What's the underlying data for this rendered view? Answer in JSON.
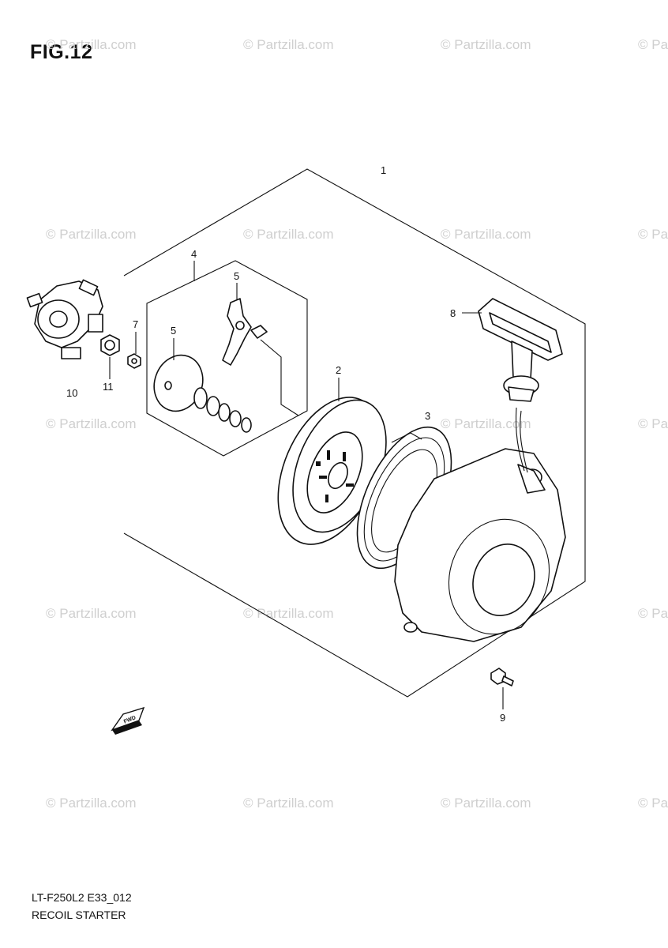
{
  "figure": {
    "title": "FIG.12"
  },
  "watermark": {
    "text": "© Partzilla.com"
  },
  "callouts": {
    "c1": "1",
    "c2": "2",
    "c3": "3",
    "c4": "4",
    "c5a": "5",
    "c5b": "5",
    "c7": "7",
    "c8": "8",
    "c9": "9",
    "c10": "10",
    "c11": "11"
  },
  "direction_arrow": {
    "label": "FWD"
  },
  "footer": {
    "code": "LT-F250L2 E33_012",
    "name": "RECOIL STARTER"
  },
  "colors": {
    "ink": "#111111",
    "watermark": "#cfcfcf",
    "background": "#ffffff"
  }
}
